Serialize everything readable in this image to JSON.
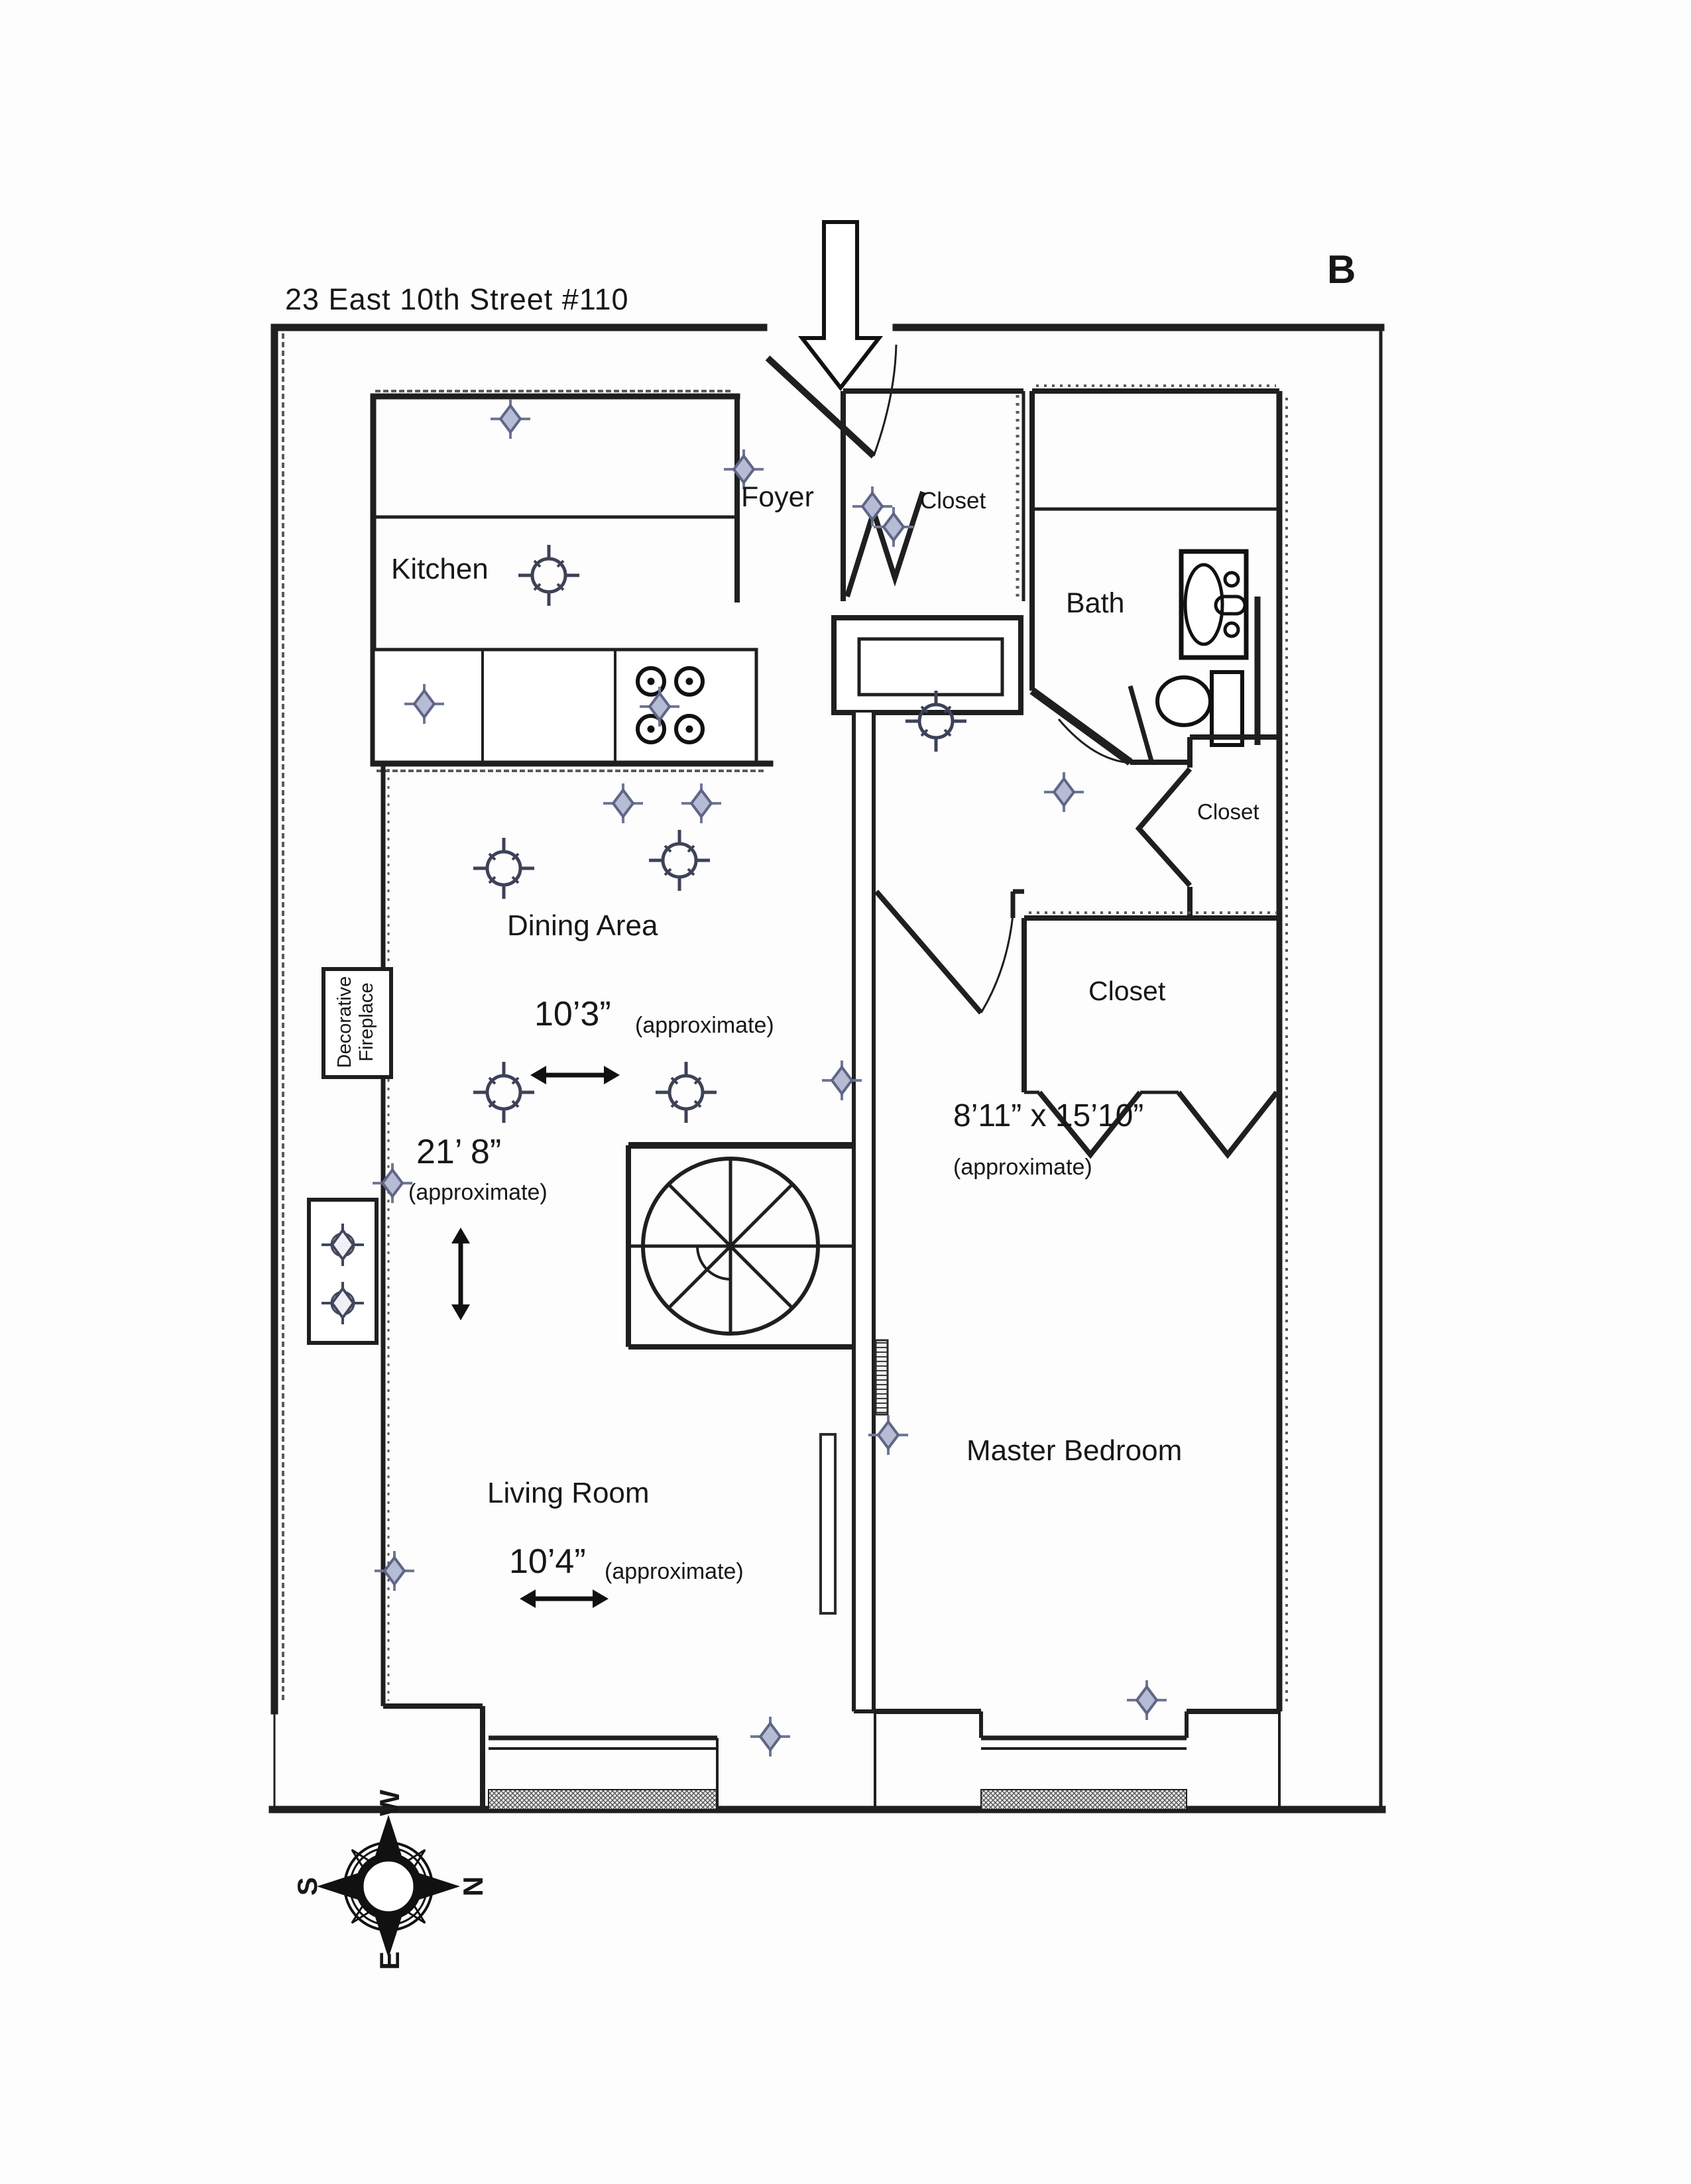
{
  "header": {
    "title": "23 East 10th Street #110",
    "plan_letter": "B"
  },
  "rooms": {
    "kitchen": "Kitchen",
    "foyer": "Foyer",
    "foyer_closet": "Closet",
    "bath": "Bath",
    "hall_closet": "Closet",
    "master_closet": "Closet",
    "dining": "Dining Area",
    "living": "Living Room",
    "master_bedroom": "Master Bedroom"
  },
  "features": {
    "fireplace_line1": "Decorative",
    "fireplace_line2": "Fireplace"
  },
  "dimensions": {
    "dining_width": {
      "value": "10’3”",
      "qualifier": "(approximate)"
    },
    "living_length": {
      "value": "21’ 8”",
      "qualifier": "(approximate)"
    },
    "living_width": {
      "value": "10’4”",
      "qualifier": "(approximate)"
    },
    "master_bedroom": {
      "value": "8’11” x 15’10”",
      "qualifier": "(approximate)"
    }
  },
  "compass": {
    "top": "W",
    "right": "N",
    "left": "S",
    "bottom": "E"
  },
  "icons": {
    "entry_arrow": "entry-direction-arrow",
    "ceiling_light": "ceiling-light-icon",
    "wall_light": "wall-light-icon",
    "compass": "compass-rose-icon"
  },
  "colors": {
    "line": "#1f1f1f",
    "fixture_fill": "#b6bcd4",
    "fixture_stroke": "#5f6686",
    "background": "#fdfdfd"
  }
}
